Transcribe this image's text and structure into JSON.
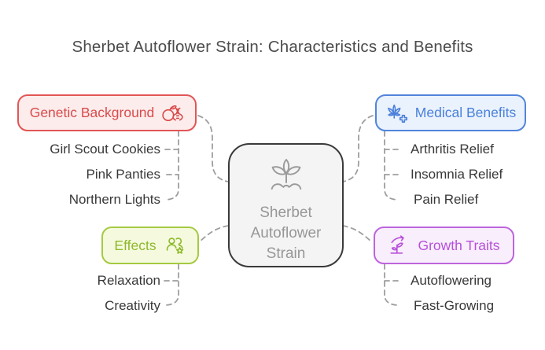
{
  "title": "Sherbet Autoflower Strain: Characteristics and Benefits",
  "central_node": {
    "label_lines": [
      "Sherbet",
      "Autoflower",
      "Strain"
    ],
    "icon": "seedling-icon"
  },
  "branches": [
    {
      "id": "genetic-background",
      "label": "Genetic Background",
      "icon": "dna-fruit-icon",
      "icon_side": "right",
      "children": [
        "Girl Scout Cookies",
        "Pink Panties",
        "Northern Lights"
      ]
    },
    {
      "id": "medical-benefits",
      "label": "Medical Benefits",
      "icon": "cannabis-medical-icon",
      "icon_side": "left",
      "children": [
        "Arthritis Relief",
        "Insomnia Relief",
        "Pain Relief"
      ]
    },
    {
      "id": "effects",
      "label": "Effects",
      "icon": "people-star-icon",
      "icon_side": "right",
      "children": [
        "Relaxation",
        "Creativity"
      ]
    },
    {
      "id": "growth-traits",
      "label": "Growth Traits",
      "icon": "plant-growth-arrow-icon",
      "icon_side": "left",
      "children": [
        "Autoflowering",
        "Fast-Growing"
      ]
    }
  ],
  "colors": {
    "genetic": {
      "bg": "#fdecec",
      "border": "#e25555",
      "text": "#d94b4b"
    },
    "medical": {
      "bg": "#eaf2fd",
      "border": "#5184db",
      "text": "#4a80da"
    },
    "effects": {
      "bg": "#f5fadf",
      "border": "#a5ca42",
      "text": "#8fb92c"
    },
    "growth": {
      "bg": "#f8eefc",
      "border": "#bd64dc",
      "text": "#b750d9"
    },
    "central": {
      "bg": "#f4f4f4",
      "border": "#3a3a3a",
      "text": "#979797",
      "icon": "#9b9b9b"
    },
    "neutral": {
      "title": "#4c4c4c",
      "item": "#383838",
      "connector": "#9e9e9e"
    }
  }
}
